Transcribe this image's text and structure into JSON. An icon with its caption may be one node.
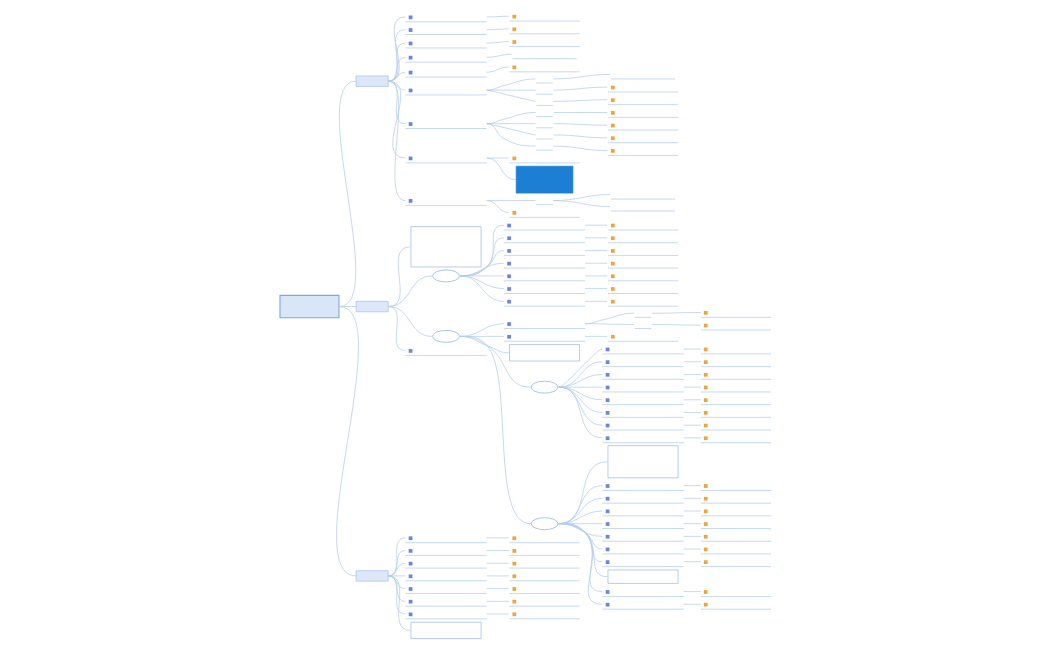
{
  "diagram": {
    "nodes": [
      {
        "text": [],
        "shape": "box"
      },
      {
        "text": [],
        "shape": "box"
      },
      {
        "text": [],
        "shape": "line"
      },
      {
        "text": [],
        "shape": "line"
      },
      {
        "text": [],
        "shape": "line"
      },
      {
        "text": [],
        "shape": "line"
      },
      {
        "text": [],
        "shape": "line"
      },
      {
        "text": [],
        "shape": "line"
      },
      {
        "text": [],
        "shape": "line"
      },
      {
        "text": [],
        "shape": "line"
      },
      {
        "text": [],
        "shape": "line"
      },
      {
        "text": [],
        "shape": "line"
      },
      {
        "text": [],
        "shape": "line"
      },
      {
        "text": [],
        "shape": "line"
      },
      {
        "text": [],
        "shape": "line"
      },
      {
        "text": [],
        "shape": "line"
      },
      {
        "text": [],
        "shape": "line"
      },
      {
        "text": [],
        "shape": "line"
      },
      {
        "text": [],
        "shape": "line"
      },
      {
        "text": [],
        "shape": "line"
      },
      {
        "text": [],
        "shape": "line"
      },
      {
        "text": [],
        "shape": "line"
      },
      {
        "text": [],
        "shape": "line"
      },
      {
        "text": [],
        "shape": "line"
      },
      {
        "text": [],
        "shape": "line"
      },
      {
        "text": [],
        "shape": "line"
      },
      {
        "text": [],
        "shape": "line"
      },
      {
        "text": [],
        "shape": "line"
      },
      {
        "text": [],
        "shape": "line"
      },
      {
        "text": [],
        "shape": "line"
      },
      {
        "text": [],
        "shape": "box"
      },
      {
        "text": [],
        "shape": "line"
      },
      {
        "text": [],
        "shape": "line"
      },
      {
        "text": [],
        "shape": "line"
      },
      {
        "text": [],
        "shape": "line"
      },
      {
        "text": [],
        "shape": "line"
      },
      {
        "text": [],
        "shape": "box"
      },
      {
        "text": [],
        "shape": "box"
      },
      {
        "text": [],
        "shape": "ellipse"
      },
      {
        "text": [],
        "shape": "line"
      },
      {
        "text": [],
        "shape": "line"
      },
      {
        "text": [],
        "shape": "line"
      },
      {
        "text": [],
        "shape": "line"
      },
      {
        "text": [],
        "shape": "line"
      },
      {
        "text": [],
        "shape": "line"
      },
      {
        "text": [],
        "shape": "line"
      },
      {
        "text": [],
        "shape": "line"
      },
      {
        "text": [],
        "shape": "line"
      },
      {
        "text": [],
        "shape": "line"
      },
      {
        "text": [],
        "shape": "line"
      },
      {
        "text": [],
        "shape": "line"
      },
      {
        "text": [],
        "shape": "line"
      },
      {
        "text": [],
        "shape": "line"
      },
      {
        "text": [],
        "shape": "ellipse"
      },
      {
        "text": [],
        "shape": "line"
      },
      {
        "text": [],
        "shape": "line"
      },
      {
        "text": [],
        "shape": "line"
      },
      {
        "text": [],
        "shape": "line"
      },
      {
        "text": [],
        "shape": "line"
      },
      {
        "text": [],
        "shape": "line"
      },
      {
        "text": [],
        "shape": "line"
      },
      {
        "text": [],
        "shape": "box"
      },
      {
        "text": [],
        "shape": "ellipse"
      },
      {
        "text": [],
        "shape": "line"
      },
      {
        "text": [],
        "shape": "line"
      },
      {
        "text": [],
        "shape": "line"
      },
      {
        "text": [],
        "shape": "line"
      },
      {
        "text": [],
        "shape": "line"
      },
      {
        "text": [],
        "shape": "line"
      },
      {
        "text": [],
        "shape": "line"
      },
      {
        "text": [],
        "shape": "line"
      },
      {
        "text": [],
        "shape": "line"
      },
      {
        "text": [],
        "shape": "line"
      },
      {
        "text": [],
        "shape": "line"
      },
      {
        "text": [],
        "shape": "line"
      },
      {
        "text": [],
        "shape": "line"
      },
      {
        "text": [],
        "shape": "line"
      },
      {
        "text": [],
        "shape": "line"
      },
      {
        "text": [],
        "shape": "line"
      },
      {
        "text": [],
        "shape": "ellipse"
      },
      {
        "text": [],
        "shape": "box"
      },
      {
        "text": [],
        "shape": "line"
      },
      {
        "text": [],
        "shape": "line"
      },
      {
        "text": [],
        "shape": "line"
      },
      {
        "text": [],
        "shape": "line"
      },
      {
        "text": [],
        "shape": "line"
      },
      {
        "text": [],
        "shape": "line"
      },
      {
        "text": [],
        "shape": "line"
      },
      {
        "text": [],
        "shape": "line"
      },
      {
        "text": [],
        "shape": "line"
      },
      {
        "text": [],
        "shape": "line"
      },
      {
        "text": [],
        "shape": "line"
      },
      {
        "text": [],
        "shape": "line"
      },
      {
        "text": [],
        "shape": "line"
      },
      {
        "text": [],
        "shape": "line"
      },
      {
        "text": [],
        "shape": "box"
      },
      {
        "text": [],
        "shape": "line"
      },
      {
        "text": [],
        "shape": "line"
      },
      {
        "text": [],
        "shape": "line"
      },
      {
        "text": [],
        "shape": "line"
      },
      {
        "text": [],
        "shape": "line"
      },
      {
        "text": [],
        "shape": "box"
      },
      {
        "text": [],
        "shape": "line"
      },
      {
        "text": [],
        "shape": "line"
      },
      {
        "text": [],
        "shape": "line"
      },
      {
        "text": [],
        "shape": "line"
      },
      {
        "text": [],
        "shape": "line"
      },
      {
        "text": [],
        "shape": "line"
      },
      {
        "text": [],
        "shape": "line"
      },
      {
        "text": [],
        "shape": "line"
      },
      {
        "text": [],
        "shape": "line"
      },
      {
        "text": [],
        "shape": "line"
      },
      {
        "text": [],
        "shape": "line"
      },
      {
        "text": [],
        "shape": "line"
      },
      {
        "text": [],
        "shape": "line"
      },
      {
        "text": [],
        "shape": "line"
      },
      {
        "text": [],
        "shape": "box"
      }
    ],
    "edges": [
      {
        "from": 0,
        "to": 1,
        "arrow": "none"
      },
      {
        "from": 1,
        "to": 2,
        "arrow": "none"
      },
      {
        "from": 2,
        "to": 3,
        "arrow": "none"
      },
      {
        "from": 1,
        "to": 4,
        "arrow": "none"
      },
      {
        "from": 4,
        "to": 5,
        "arrow": "none"
      },
      {
        "from": 1,
        "to": 6,
        "arrow": "none"
      },
      {
        "from": 6,
        "to": 7,
        "arrow": "none"
      },
      {
        "from": 1,
        "to": 8,
        "arrow": "none"
      },
      {
        "from": 8,
        "to": 9,
        "arrow": "none"
      },
      {
        "from": 1,
        "to": 10,
        "arrow": "none"
      },
      {
        "from": 10,
        "to": 11,
        "arrow": "none"
      },
      {
        "from": 1,
        "to": 12,
        "arrow": "none"
      },
      {
        "from": 12,
        "to": 13,
        "arrow": "none"
      },
      {
        "from": 13,
        "to": 14,
        "arrow": "none"
      },
      {
        "from": 12,
        "to": 15,
        "arrow": "none"
      },
      {
        "from": 15,
        "to": 16,
        "arrow": "none"
      },
      {
        "from": 12,
        "to": 17,
        "arrow": "none"
      },
      {
        "from": 17,
        "to": 18,
        "arrow": "none"
      },
      {
        "from": 1,
        "to": 19,
        "arrow": "none"
      },
      {
        "from": 19,
        "to": 20,
        "arrow": "none"
      },
      {
        "from": 20,
        "to": 21,
        "arrow": "none"
      },
      {
        "from": 19,
        "to": 22,
        "arrow": "none"
      },
      {
        "from": 22,
        "to": 23,
        "arrow": "none"
      },
      {
        "from": 19,
        "to": 24,
        "arrow": "none"
      },
      {
        "from": 24,
        "to": 25,
        "arrow": "none"
      },
      {
        "from": 19,
        "to": 26,
        "arrow": "none"
      },
      {
        "from": 26,
        "to": 27,
        "arrow": "none"
      },
      {
        "from": 1,
        "to": 28,
        "arrow": "none"
      },
      {
        "from": 28,
        "to": 29,
        "arrow": "none"
      },
      {
        "from": 28,
        "to": 30,
        "arrow": "none"
      },
      {
        "from": 1,
        "to": 31,
        "arrow": "none"
      },
      {
        "from": 31,
        "to": 32,
        "arrow": "none"
      },
      {
        "from": 32,
        "to": 33,
        "arrow": "none"
      },
      {
        "from": 32,
        "to": 34,
        "arrow": "none"
      },
      {
        "from": 31,
        "to": 35,
        "arrow": "none"
      },
      {
        "from": 0,
        "to": 36,
        "arrow": "none"
      },
      {
        "from": 36,
        "to": 37,
        "arrow": "none"
      },
      {
        "from": 36,
        "to": 38,
        "arrow": "none"
      },
      {
        "from": 38,
        "to": 39,
        "arrow": "none"
      },
      {
        "from": 39,
        "to": 40,
        "arrow": "none"
      },
      {
        "from": 38,
        "to": 41,
        "arrow": "none"
      },
      {
        "from": 41,
        "to": 42,
        "arrow": "none"
      },
      {
        "from": 38,
        "to": 43,
        "arrow": "none"
      },
      {
        "from": 43,
        "to": 44,
        "arrow": "none"
      },
      {
        "from": 38,
        "to": 45,
        "arrow": "none"
      },
      {
        "from": 45,
        "to": 46,
        "arrow": "none"
      },
      {
        "from": 38,
        "to": 47,
        "arrow": "none"
      },
      {
        "from": 47,
        "to": 48,
        "arrow": "none"
      },
      {
        "from": 38,
        "to": 49,
        "arrow": "none"
      },
      {
        "from": 49,
        "to": 50,
        "arrow": "none"
      },
      {
        "from": 38,
        "to": 51,
        "arrow": "none"
      },
      {
        "from": 51,
        "to": 52,
        "arrow": "none"
      },
      {
        "from": 36,
        "to": 53,
        "arrow": "none"
      },
      {
        "from": 53,
        "to": 54,
        "arrow": "none"
      },
      {
        "from": 54,
        "to": 55,
        "arrow": "none"
      },
      {
        "from": 55,
        "to": 56,
        "arrow": "none"
      },
      {
        "from": 54,
        "to": 57,
        "arrow": "none"
      },
      {
        "from": 57,
        "to": 58,
        "arrow": "none"
      },
      {
        "from": 53,
        "to": 59,
        "arrow": "none"
      },
      {
        "from": 59,
        "to": 60,
        "arrow": "none"
      },
      {
        "from": 53,
        "to": 61,
        "arrow": "none"
      },
      {
        "from": 53,
        "to": 62,
        "arrow": "none"
      },
      {
        "from": 62,
        "to": 63,
        "arrow": "none"
      },
      {
        "from": 63,
        "to": 64,
        "arrow": "none"
      },
      {
        "from": 62,
        "to": 65,
        "arrow": "none"
      },
      {
        "from": 65,
        "to": 66,
        "arrow": "none"
      },
      {
        "from": 62,
        "to": 67,
        "arrow": "none"
      },
      {
        "from": 67,
        "to": 68,
        "arrow": "none"
      },
      {
        "from": 62,
        "to": 69,
        "arrow": "none"
      },
      {
        "from": 69,
        "to": 70,
        "arrow": "none"
      },
      {
        "from": 62,
        "to": 71,
        "arrow": "none"
      },
      {
        "from": 71,
        "to": 72,
        "arrow": "none"
      },
      {
        "from": 62,
        "to": 73,
        "arrow": "none"
      },
      {
        "from": 73,
        "to": 74,
        "arrow": "none"
      },
      {
        "from": 62,
        "to": 75,
        "arrow": "none"
      },
      {
        "from": 75,
        "to": 76,
        "arrow": "none"
      },
      {
        "from": 62,
        "to": 77,
        "arrow": "none"
      },
      {
        "from": 77,
        "to": 78,
        "arrow": "none"
      },
      {
        "from": 53,
        "to": 79,
        "arrow": "none"
      },
      {
        "from": 79,
        "to": 80,
        "arrow": "none"
      },
      {
        "from": 79,
        "to": 81,
        "arrow": "none"
      },
      {
        "from": 81,
        "to": 82,
        "arrow": "none"
      },
      {
        "from": 79,
        "to": 83,
        "arrow": "none"
      },
      {
        "from": 83,
        "to": 84,
        "arrow": "none"
      },
      {
        "from": 79,
        "to": 85,
        "arrow": "none"
      },
      {
        "from": 85,
        "to": 86,
        "arrow": "none"
      },
      {
        "from": 79,
        "to": 87,
        "arrow": "none"
      },
      {
        "from": 87,
        "to": 88,
        "arrow": "none"
      },
      {
        "from": 79,
        "to": 89,
        "arrow": "none"
      },
      {
        "from": 89,
        "to": 90,
        "arrow": "none"
      },
      {
        "from": 79,
        "to": 91,
        "arrow": "none"
      },
      {
        "from": 91,
        "to": 92,
        "arrow": "none"
      },
      {
        "from": 79,
        "to": 93,
        "arrow": "none"
      },
      {
        "from": 93,
        "to": 94,
        "arrow": "none"
      },
      {
        "from": 79,
        "to": 95,
        "arrow": "none"
      },
      {
        "from": 79,
        "to": 96,
        "arrow": "none"
      },
      {
        "from": 96,
        "to": 97,
        "arrow": "none"
      },
      {
        "from": 79,
        "to": 98,
        "arrow": "none"
      },
      {
        "from": 98,
        "to": 99,
        "arrow": "none"
      },
      {
        "from": 36,
        "to": 100,
        "arrow": "none"
      },
      {
        "from": 0,
        "to": 101,
        "arrow": "none"
      },
      {
        "from": 101,
        "to": 102,
        "arrow": "none"
      },
      {
        "from": 102,
        "to": 103,
        "arrow": "none"
      },
      {
        "from": 101,
        "to": 104,
        "arrow": "none"
      },
      {
        "from": 104,
        "to": 105,
        "arrow": "none"
      },
      {
        "from": 101,
        "to": 106,
        "arrow": "none"
      },
      {
        "from": 106,
        "to": 107,
        "arrow": "none"
      },
      {
        "from": 101,
        "to": 108,
        "arrow": "none"
      },
      {
        "from": 108,
        "to": 109,
        "arrow": "none"
      },
      {
        "from": 101,
        "to": 110,
        "arrow": "none"
      },
      {
        "from": 110,
        "to": 111,
        "arrow": "none"
      },
      {
        "from": 101,
        "to": 112,
        "arrow": "none"
      },
      {
        "from": 112,
        "to": 113,
        "arrow": "none"
      },
      {
        "from": 101,
        "to": 114,
        "arrow": "none"
      },
      {
        "from": 114,
        "to": 115,
        "arrow": "none"
      },
      {
        "from": 101,
        "to": 116,
        "arrow": "none"
      }
    ]
  }
}
